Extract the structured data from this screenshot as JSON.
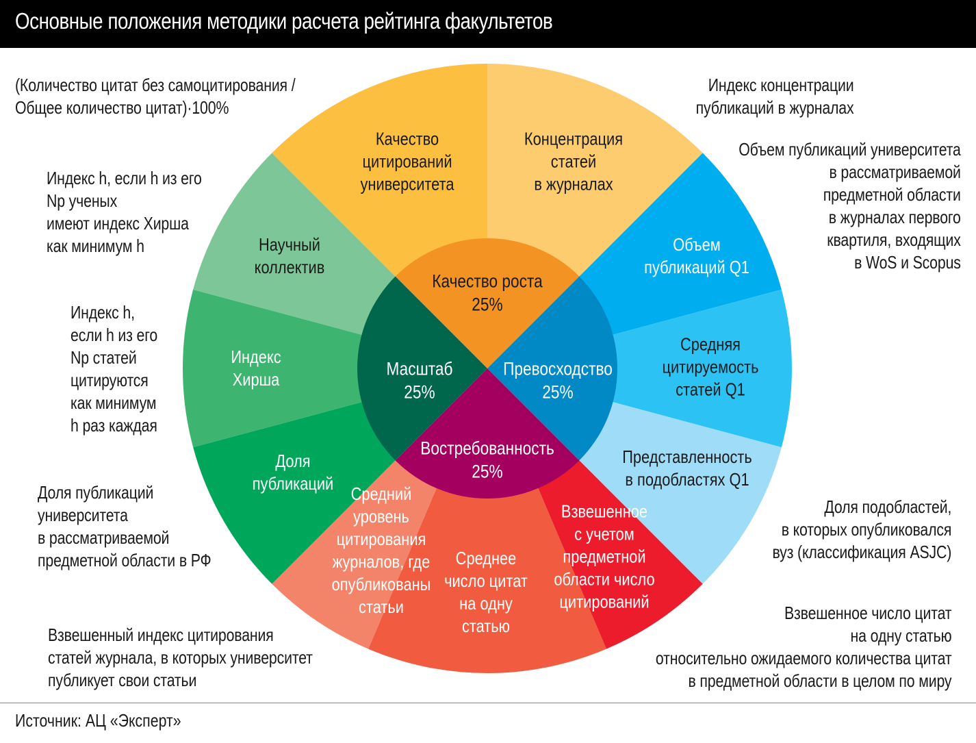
{
  "title": "Основные положения методики расчета рейтинга факультетов",
  "source": "Источник: АЦ «Эксперт»",
  "inner": [
    {
      "key": "top",
      "label": "Качество роста",
      "share": "25%",
      "color": "#f39324",
      "text_color": "#1a1a1a"
    },
    {
      "key": "right",
      "label": "Превосходство",
      "share": "25%",
      "color": "#0089c4",
      "text_color": "#ffffff"
    },
    {
      "key": "bottom",
      "label": "Востребованность",
      "share": "25%",
      "color": "#a3005f",
      "text_color": "#ffffff"
    },
    {
      "key": "left",
      "label": "Масштаб",
      "share": "25%",
      "color": "#00674d",
      "text_color": "#ffffff"
    }
  ],
  "outer": [
    {
      "key": "concentration",
      "lines": [
        "Концентрация",
        "статей",
        "в журналах"
      ],
      "color": "#fdcc6e",
      "text_color": "#1a1a1a"
    },
    {
      "key": "q1-volume",
      "lines": [
        "Объем",
        "публикаций Q1"
      ],
      "color": "#00aeef",
      "text_color": "#ffffff"
    },
    {
      "key": "q1-citedness",
      "lines": [
        "Средняя",
        "цитируемость",
        "статей Q1"
      ],
      "color": "#2cc3f4",
      "text_color": "#1a1a1a"
    },
    {
      "key": "q1-subareas",
      "lines": [
        "Представленность",
        "в подобластях Q1"
      ],
      "color": "#9fdcf8",
      "text_color": "#1a1a1a"
    },
    {
      "key": "weighted-citations",
      "lines": [
        "Взвешенное",
        "с учетом",
        "предметной",
        "области число",
        "цитирований"
      ],
      "color": "#ed1c2c",
      "text_color": "#ffffff"
    },
    {
      "key": "avg-citations",
      "lines": [
        "Среднее",
        "число цитат",
        "на одну",
        "статью"
      ],
      "color": "#f15b40",
      "text_color": "#ffffff"
    },
    {
      "key": "journal-citation-level",
      "lines": [
        "Средний",
        "уровень",
        "цитирования",
        "журналов, где",
        "опубликованы",
        "статьи"
      ],
      "color": "#f3846a",
      "text_color": "#ffffff"
    },
    {
      "key": "publication-share",
      "lines": [
        "Доля",
        "публикаций"
      ],
      "color": "#00a65a",
      "text_color": "#ffffff"
    },
    {
      "key": "hirsch-index",
      "lines": [
        "Индекс",
        "Хирша"
      ],
      "color": "#3db570",
      "text_color": "#ffffff"
    },
    {
      "key": "research-team",
      "lines": [
        "Научный",
        "коллектив"
      ],
      "color": "#7cc697",
      "text_color": "#1a1a1a"
    },
    {
      "key": "citation-quality",
      "lines": [
        "Качество",
        "цитирований",
        "университета"
      ],
      "color": "#fdbf3f",
      "text_color": "#1a1a1a"
    }
  ],
  "notes": {
    "citation_quality": [
      "(Количество цитат без самоцитирования /",
      "Общее количество цитат)·100%"
    ],
    "research_team": [
      "Индекс h, если h из его",
      "Np ученых",
      "имеют индекс Хирша",
      "как минимум h"
    ],
    "hirsch": [
      "Индекс h,",
      "если h из его",
      "Np статей",
      "цитируются",
      "как минимум",
      "h раз каждая"
    ],
    "publication_share": [
      "Доля публикаций",
      "университета",
      "в рассматриваемой",
      "предметной области в РФ"
    ],
    "journal_level": [
      "Взвешенный индекс цитирования",
      "статей журнала, в которых университет",
      "публикует свои статьи"
    ],
    "concentration": [
      "Индекс концентрации",
      "публикаций в журналах"
    ],
    "q1_volume": [
      "Объем публикаций университета",
      "в рассматриваемой",
      "предметной области",
      "в журналах первого",
      "квартиля, входящих",
      "в WoS и Scopus"
    ],
    "subareas": [
      "Доля подобластей,",
      "в которых опубликовался",
      "вуз (классификация ASJC)"
    ],
    "weighted": [
      "Взвешенное число цитат",
      "на одну статью",
      "относительно ожидаемого количества цитат",
      "в предметной области в целом по миру"
    ]
  }
}
